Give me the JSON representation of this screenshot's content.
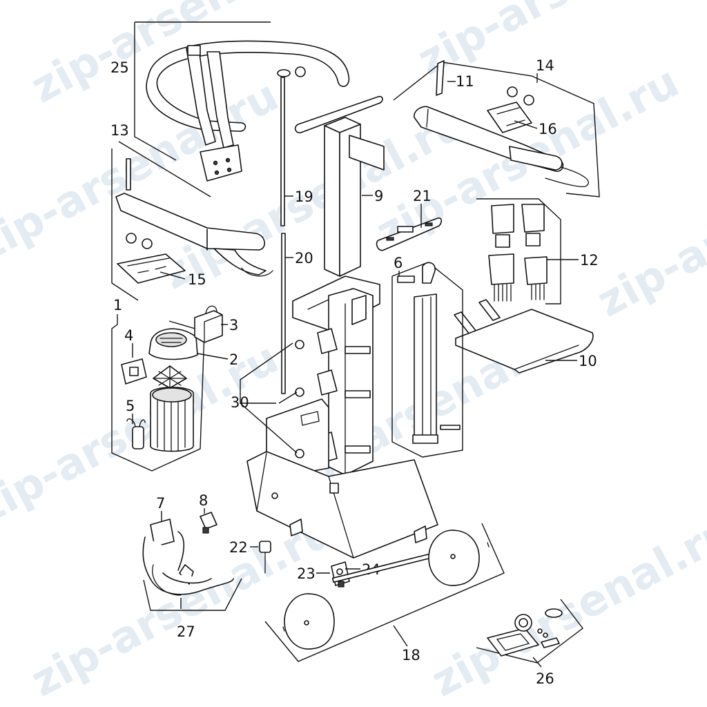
{
  "watermark": "zip-arsenal.ru",
  "labels": {
    "l1": "1",
    "l2": "2",
    "l3": "3",
    "l4": "4",
    "l5": "5",
    "l6": "6",
    "l7": "7",
    "l8": "8",
    "l9": "9",
    "l10": "10",
    "l11": "11",
    "l12": "12",
    "l13": "13",
    "l14": "14",
    "l15": "15",
    "l16": "16",
    "l18": "18",
    "l19": "19",
    "l20": "20",
    "l21": "21",
    "l22": "22",
    "l23": "23",
    "l24": "24",
    "l25": "25",
    "l26": "26",
    "l27": "27",
    "l30": "30"
  }
}
